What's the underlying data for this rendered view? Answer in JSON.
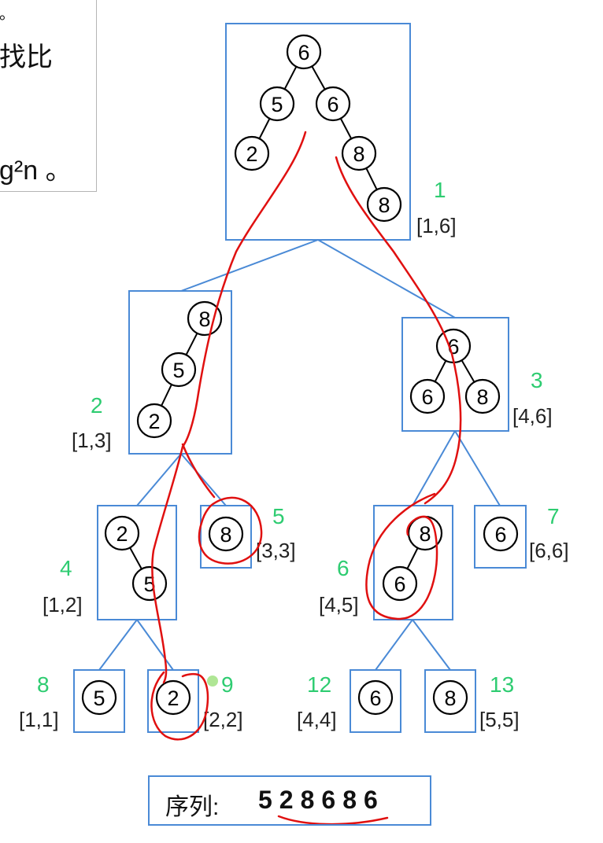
{
  "note": {
    "line1": "找比",
    "line2": "g²n 。",
    "dot": "。"
  },
  "segments": [
    {
      "id": "1",
      "range": "[1,6]",
      "values": [
        "6",
        "5",
        "6",
        "2",
        "8",
        "8"
      ]
    },
    {
      "id": "2",
      "range": "[1,3]",
      "values": [
        "8",
        "5",
        "2"
      ]
    },
    {
      "id": "3",
      "range": "[4,6]",
      "values": [
        "6",
        "6",
        "8"
      ]
    },
    {
      "id": "4",
      "range": "[1,2]",
      "values": [
        "2",
        "5"
      ]
    },
    {
      "id": "5",
      "range": "[3,3]",
      "values": [
        "8"
      ]
    },
    {
      "id": "6",
      "range": "[4,5]",
      "values": [
        "8",
        "6"
      ]
    },
    {
      "id": "7",
      "range": "[6,6]",
      "values": [
        "6"
      ]
    },
    {
      "id": "8",
      "range": "[1,1]",
      "values": [
        "5"
      ]
    },
    {
      "id": "9",
      "range": "[2,2]",
      "values": [
        "2"
      ]
    },
    {
      "id": "12",
      "range": "[4,4]",
      "values": [
        "6"
      ]
    },
    {
      "id": "13",
      "range": "[5,5]",
      "values": [
        "8"
      ]
    }
  ],
  "sequence": {
    "label": "序列:",
    "values": "528686"
  },
  "colors": {
    "box": "#4a8ad6",
    "id_label": "#2ecc71",
    "annotation": "#e01010"
  }
}
